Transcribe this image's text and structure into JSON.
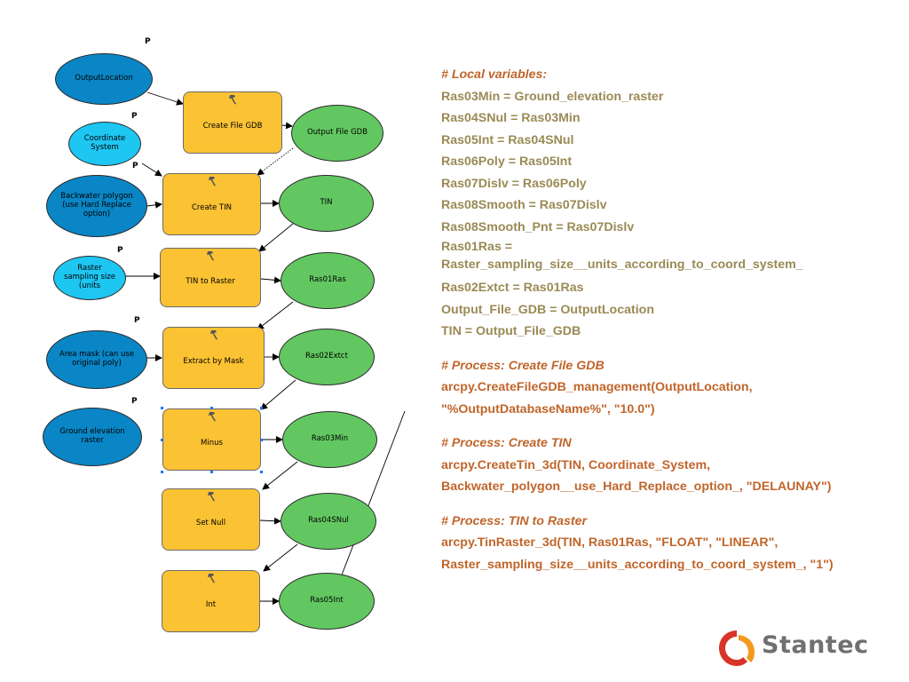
{
  "nodes": {
    "output_location": "OutputLocation",
    "coordinate_system": "Coordinate System",
    "backwater_polygon": "Backwater polygon (use Hard Replace option)",
    "raster_sampling": "Raster sampling size (units",
    "area_mask": "Area mask (can use original poly)",
    "ground_elevation": "Ground elevation raster",
    "create_file_gdb": "Create File GDB",
    "create_tin": "Create TIN",
    "tin_to_raster": "TIN to Raster",
    "extract_by_mask": "Extract by Mask",
    "minus": "Minus",
    "set_null": "Set Null",
    "int": "Int",
    "output_file_gdb": "Output File GDB",
    "tin": "TIN",
    "ras01ras": "Ras01Ras",
    "ras02extct": "Ras02Extct",
    "ras03min": "Ras03Min",
    "ras04snul": "Ras04SNul",
    "ras05int": "Ras05Int",
    "p_label": "P"
  },
  "code": {
    "local_vars_comment": "# Local variables:",
    "vars": [
      "Ras03Min = Ground_elevation_raster",
      "Ras04SNul = Ras03Min",
      "Ras05Int = Ras04SNul",
      "Ras06Poly = Ras05Int",
      "Ras07Dislv = Ras06Poly",
      "Ras08Smooth = Ras07Dislv",
      "Ras08Smooth_Pnt = Ras07Dislv",
      "Ras01Ras =",
      "Raster_sampling_size__units_according_to_coord_system_",
      "Ras02Extct = Ras01Ras",
      "Output_File_GDB = OutputLocation",
      "TIN = Output_File_GDB"
    ],
    "processes": [
      {
        "comment": "# Process: Create File GDB",
        "lines": [
          "arcpy.CreateFileGDB_management(OutputLocation,",
          "\"%OutputDatabaseName%\", \"10.0\")"
        ]
      },
      {
        "comment": "# Process: Create TIN",
        "lines": [
          "arcpy.CreateTin_3d(TIN, Coordinate_System,",
          "Backwater_polygon__use_Hard_Replace_option_, \"DELAUNAY\")"
        ]
      },
      {
        "comment": "# Process: TIN to Raster",
        "lines": [
          "arcpy.TinRaster_3d(TIN, Ras01Ras, \"FLOAT\", \"LINEAR\",",
          "Raster_sampling_size__units_according_to_coord_system_, \"1\")"
        ]
      }
    ]
  },
  "logo": {
    "text": "Stantec",
    "colors": {
      "red": "#d8352a",
      "orange": "#f39a1e",
      "gray": "#707070"
    }
  },
  "colors": {
    "input_dark_blue": "#0a86c6",
    "input_light_blue": "#1ec6f2",
    "tool_yellow": "#fbc233",
    "output_green": "#62c761",
    "comment_orange": "#c0652a",
    "variable_olive": "#9a8a55"
  },
  "icons": [
    "hammer-icon",
    "stantec-logo-icon"
  ]
}
